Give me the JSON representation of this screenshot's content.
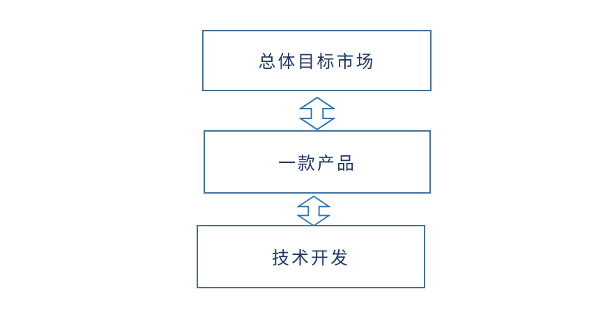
{
  "diagram": {
    "background_color": "#ffffff",
    "box_border_color": "#41719C",
    "arrow_outline_color": "#2E75B6",
    "arrow_fill_color": "#ffffff",
    "text_color": "#1F3864",
    "nodes": [
      {
        "label": "总体目标市场"
      },
      {
        "label": "一款产品"
      },
      {
        "label": "技术开发"
      }
    ],
    "connectors": [
      {
        "type": "double-headed-vertical-arrow",
        "between": "总体目标市场 ↔ 一款产品"
      },
      {
        "type": "double-headed-vertical-arrow",
        "between": "一款产品 ↔ 技术开发"
      }
    ]
  }
}
